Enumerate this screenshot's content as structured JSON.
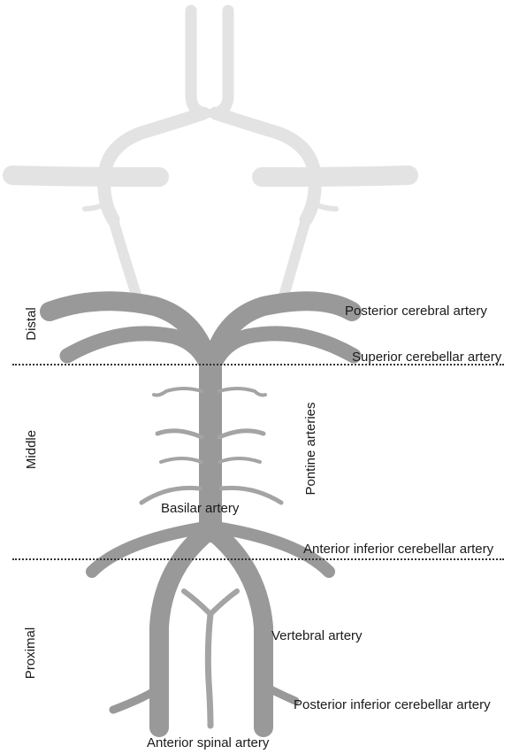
{
  "labels": {
    "posterior_cerebral": "Posterior cerebral artery",
    "superior_cerebellar": "Superior cerebellar artery",
    "pontine": "Pontine arteries",
    "basilar": "Basilar artery",
    "aica": "Anterior inferior cerebellar artery",
    "vertebral": "Vertebral artery",
    "pica": "Posterior inferior cerebellar artery",
    "anterior_spinal": "Anterior spinal artery"
  },
  "segments": {
    "distal": "Distal",
    "middle": "Middle",
    "proximal": "Proximal"
  },
  "colors": {
    "artery_dark": "#8f8f8f",
    "artery_mid": "#a4a4a4",
    "artery_light": "#e3e3e3",
    "divider": "#333333"
  }
}
